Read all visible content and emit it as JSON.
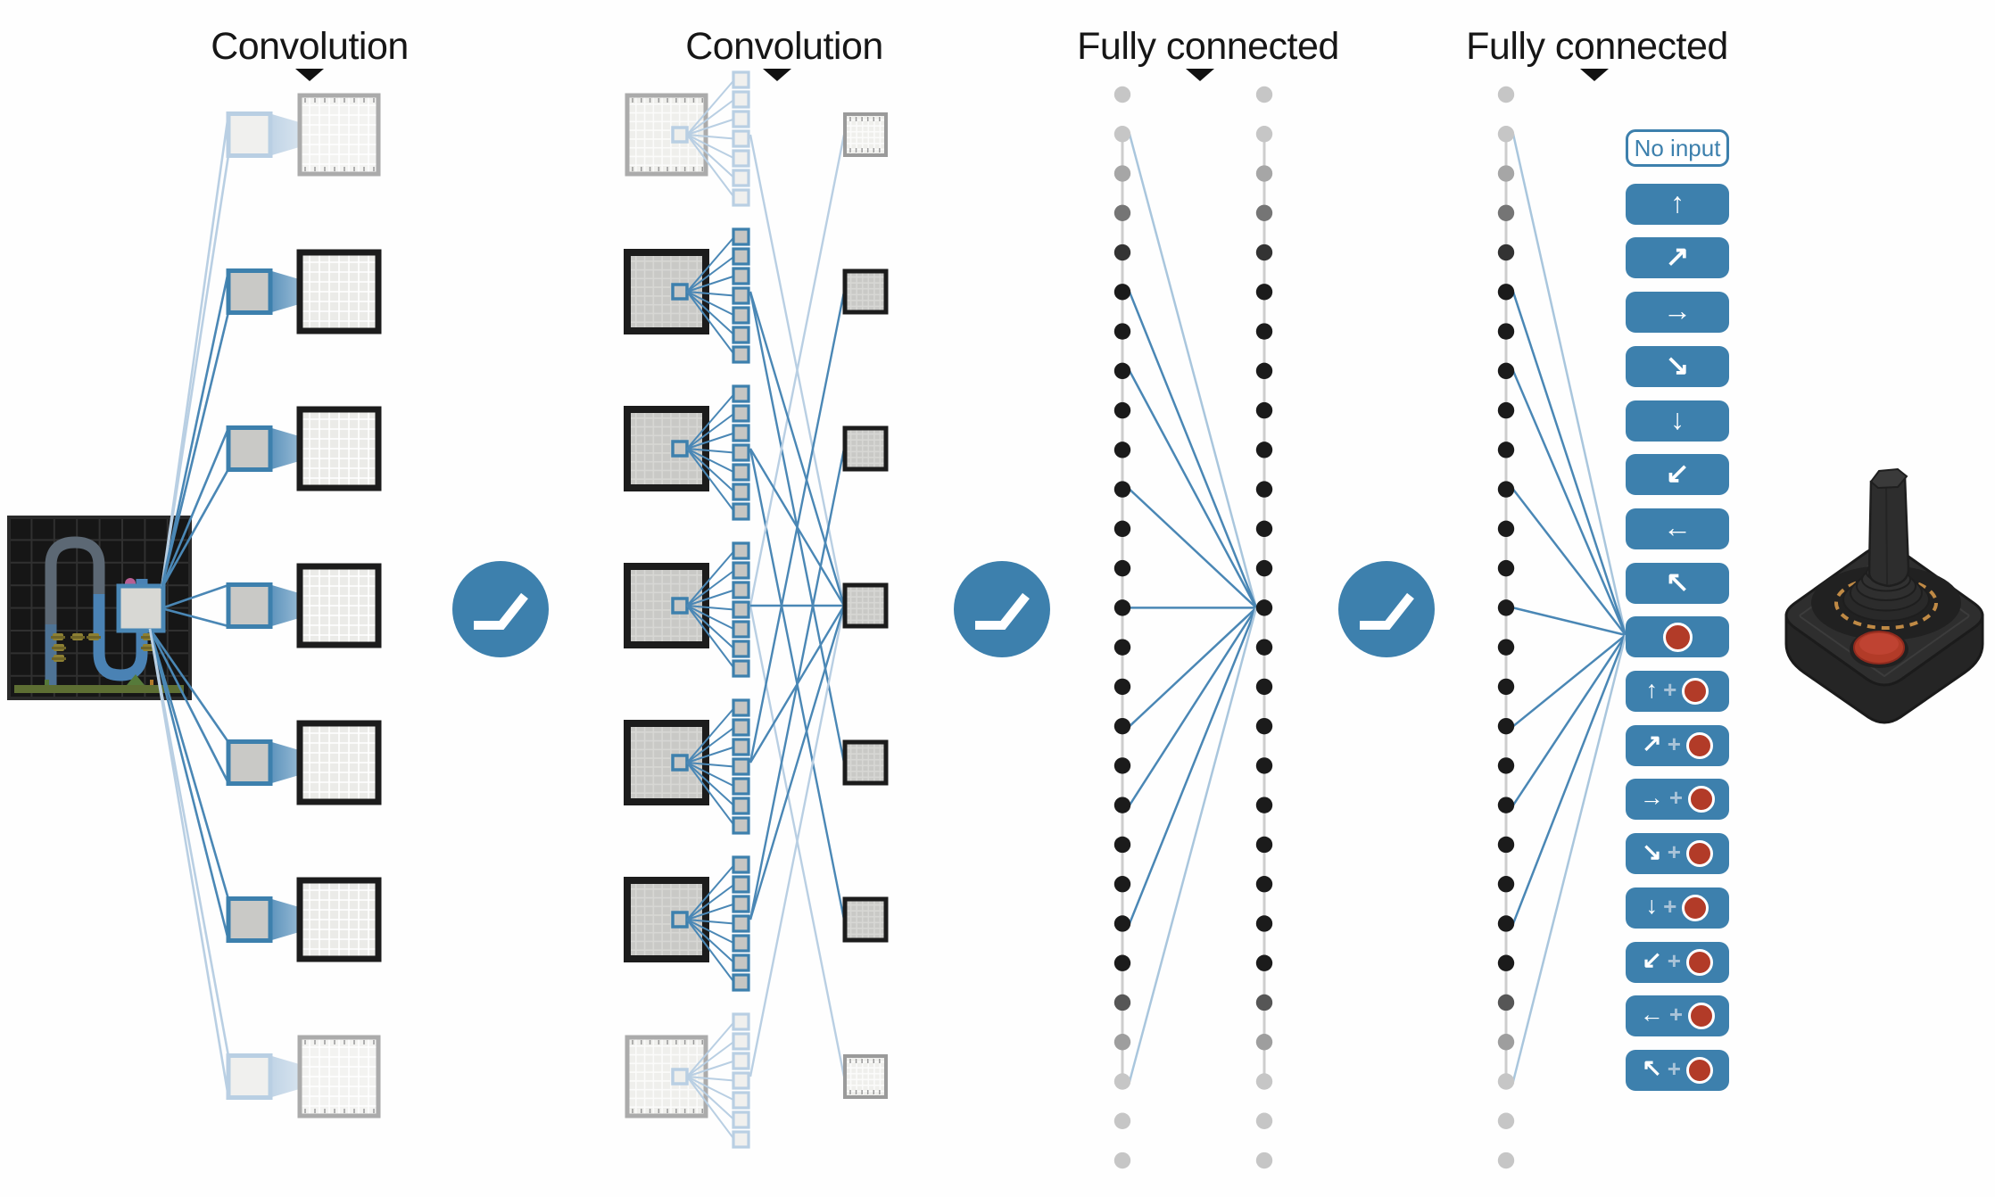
{
  "stage_labels": {
    "conv1": "Convolution",
    "conv2": "Convolution",
    "fc1": "Fully connected",
    "fc2": "Fully connected"
  },
  "actions": {
    "no_input_label": "No input",
    "plus_symbol": "+",
    "items": [
      {
        "id": "no-input",
        "type": "label"
      },
      {
        "id": "up",
        "type": "arrow",
        "symbol": "↑"
      },
      {
        "id": "up-right",
        "type": "arrow",
        "symbol": "↗"
      },
      {
        "id": "right",
        "type": "arrow",
        "symbol": "→"
      },
      {
        "id": "down-right",
        "type": "arrow",
        "symbol": "↘"
      },
      {
        "id": "down",
        "type": "arrow",
        "symbol": "↓"
      },
      {
        "id": "down-left",
        "type": "arrow",
        "symbol": "↙"
      },
      {
        "id": "left",
        "type": "arrow",
        "symbol": "←"
      },
      {
        "id": "up-left",
        "type": "arrow",
        "symbol": "↖"
      },
      {
        "id": "fire",
        "type": "fire"
      },
      {
        "id": "up-fire",
        "type": "arrow-fire",
        "symbol": "↑"
      },
      {
        "id": "up-right-fire",
        "type": "arrow-fire",
        "symbol": "↗"
      },
      {
        "id": "right-fire",
        "type": "arrow-fire",
        "symbol": "→"
      },
      {
        "id": "down-right-fire",
        "type": "arrow-fire",
        "symbol": "↘"
      },
      {
        "id": "down-fire",
        "type": "arrow-fire",
        "symbol": "↓"
      },
      {
        "id": "down-left-fire",
        "type": "arrow-fire",
        "symbol": "↙"
      },
      {
        "id": "left-fire",
        "type": "arrow-fire",
        "symbol": "←"
      },
      {
        "id": "up-left-fire",
        "type": "arrow-fire",
        "symbol": "↖"
      }
    ]
  },
  "network": {
    "conv1_feature_maps": 7,
    "conv2_feature_maps": 7,
    "filter_stack_size": 7,
    "fc_dot_columns": 3,
    "fc_dots_per_column": 28,
    "relu_symbol_count": 3
  },
  "colors": {
    "accent_blue": "#3d80ad",
    "line_blue": "#4a87b5",
    "faded_blue": "#b9cfe3",
    "fire_red": "#b23b28",
    "ink": "#161616",
    "map_fill_light": "#ebebe8",
    "map_fill_dark": "#c9c9c6",
    "dot_black": "#1b1b1b",
    "dot_light": "#c6c6c6"
  }
}
